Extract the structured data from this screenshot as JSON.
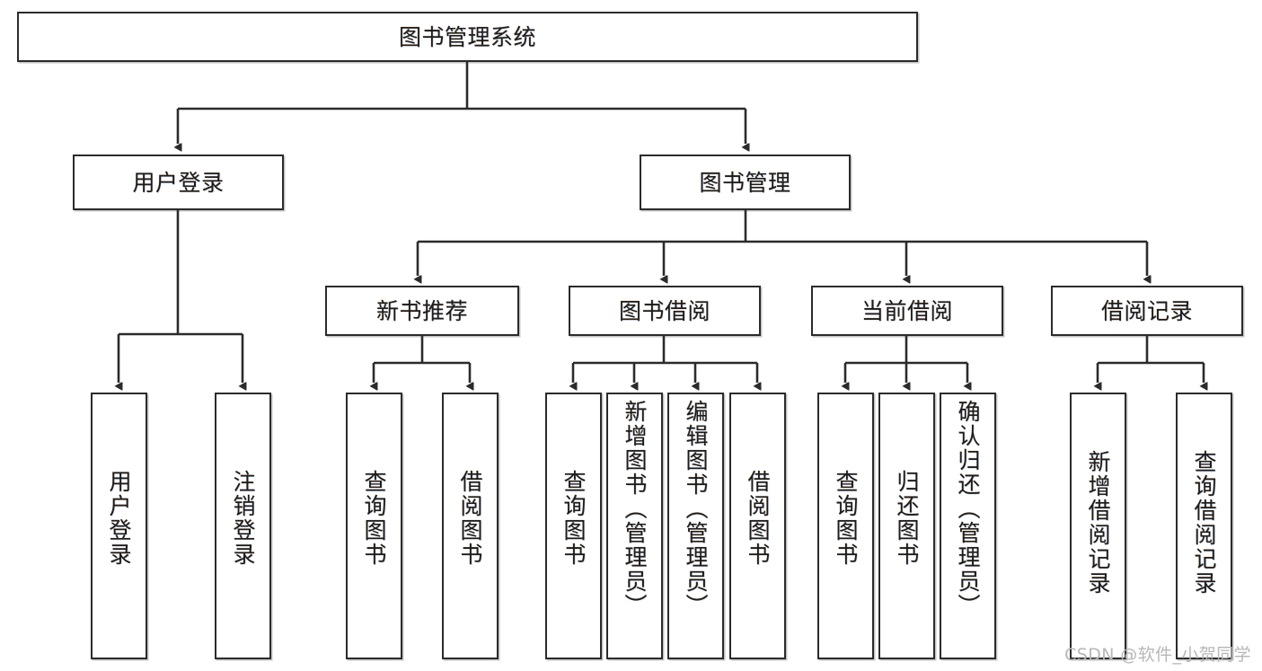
{
  "diagram": {
    "title": "图书管理系统",
    "type": "tree-hierarchy-diagram",
    "root": {
      "label": "图书管理系统"
    },
    "level2": [
      {
        "label": "用户登录"
      },
      {
        "label": "图书管理"
      }
    ],
    "level3": [
      {
        "label": "新书推荐"
      },
      {
        "label": "图书借阅"
      },
      {
        "label": "当前借阅"
      },
      {
        "label": "借阅记录"
      }
    ],
    "leaves": {
      "user_login": [
        {
          "label": "用户登录"
        },
        {
          "label": "注销登录"
        }
      ],
      "new_book_recommend": [
        {
          "label": "查询图书"
        },
        {
          "label": "借阅图书"
        }
      ],
      "book_borrow": [
        {
          "label": "查询图书"
        },
        {
          "label": "新增图书（管理员）"
        },
        {
          "label": "编辑图书（管理员）"
        },
        {
          "label": "借阅图书"
        }
      ],
      "current_borrow": [
        {
          "label": "查询图书"
        },
        {
          "label": "归还图书"
        },
        {
          "label": "确认归还（管理员）"
        }
      ],
      "borrow_record": [
        {
          "label": "新增借阅记录"
        },
        {
          "label": "查询借阅记录"
        }
      ]
    }
  },
  "watermark": {
    "text": "CSDN @软件_小贺同学"
  },
  "colors": {
    "border": "#2b2b2b",
    "background": "#ffffff",
    "text": "#1c1c1c",
    "watermark": "#b7b7b7"
  }
}
